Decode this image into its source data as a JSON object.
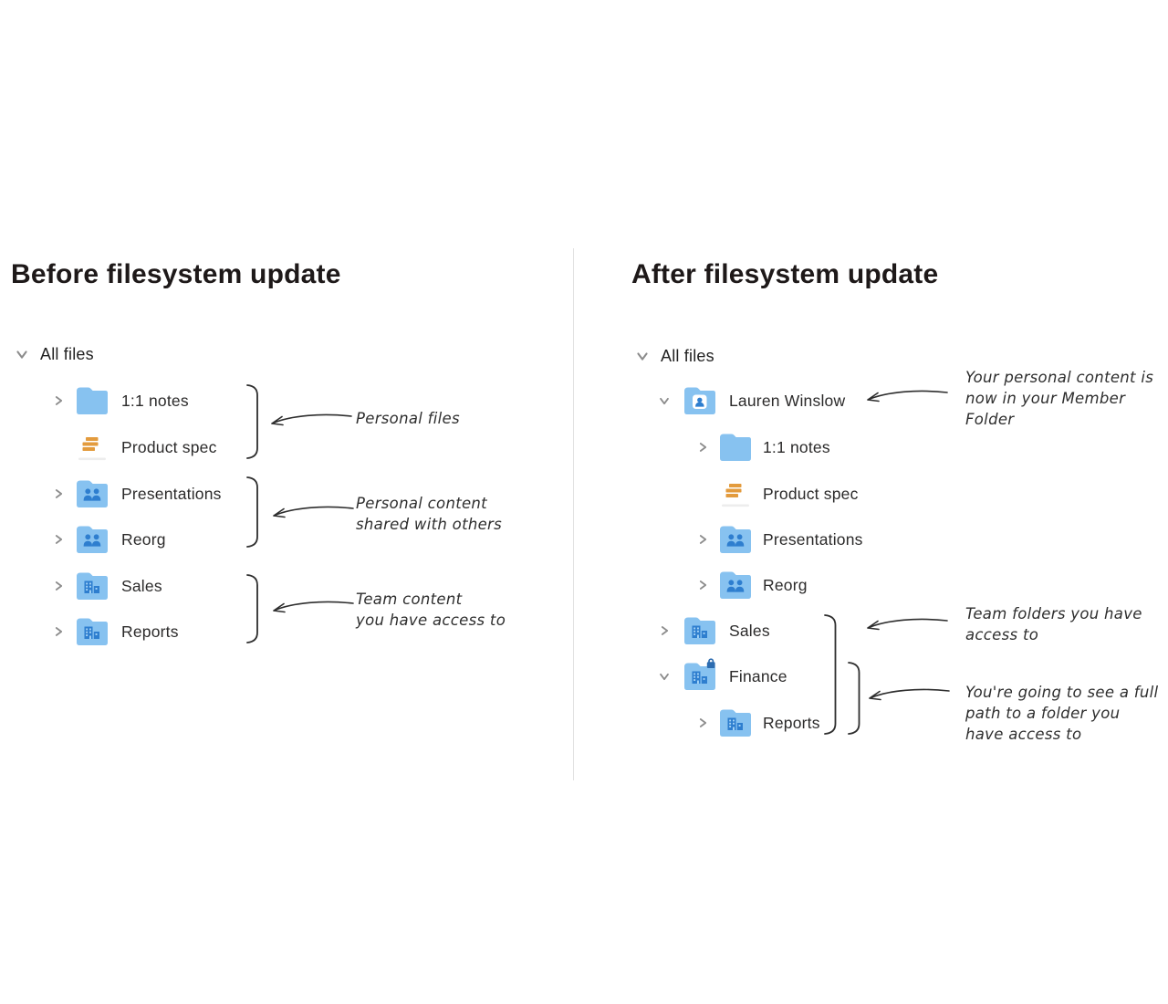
{
  "left_panel": {
    "heading": "Before filesystem update",
    "root": {
      "label": "All files",
      "chevron": "expanded",
      "icon": "chevron-down-icon"
    },
    "items": [
      {
        "label": "1:1 notes",
        "icon": "folder-icon",
        "chevron": "collapsed"
      },
      {
        "label": "Product spec",
        "icon": "paper-doc-icon",
        "chevron": "none"
      },
      {
        "label": "Presentations",
        "icon": "shared-folder-icon",
        "chevron": "collapsed"
      },
      {
        "label": "Reorg",
        "icon": "shared-folder-icon",
        "chevron": "collapsed"
      },
      {
        "label": "Sales",
        "icon": "team-folder-icon",
        "chevron": "collapsed"
      },
      {
        "label": "Reports",
        "icon": "team-folder-icon",
        "chevron": "collapsed"
      }
    ],
    "annotations": [
      {
        "lines": [
          "Personal files"
        ]
      },
      {
        "lines": [
          "Personal content",
          "shared with others"
        ]
      },
      {
        "lines": [
          "Team content",
          "you have access to"
        ]
      }
    ]
  },
  "right_panel": {
    "heading": "After filesystem update",
    "root": {
      "label": "All files",
      "chevron": "expanded",
      "icon": "chevron-down-icon"
    },
    "items": [
      {
        "label": "Lauren Winslow",
        "icon": "member-folder-icon",
        "chevron": "expanded",
        "level": 2
      },
      {
        "label": "1:1 notes",
        "icon": "folder-icon",
        "chevron": "collapsed",
        "level": 3
      },
      {
        "label": "Product spec",
        "icon": "paper-doc-icon",
        "chevron": "none",
        "level": 3
      },
      {
        "label": "Presentations",
        "icon": "shared-folder-icon",
        "chevron": "collapsed",
        "level": 3
      },
      {
        "label": "Reorg",
        "icon": "shared-folder-icon",
        "chevron": "collapsed",
        "level": 3
      },
      {
        "label": "Sales",
        "icon": "team-folder-icon",
        "chevron": "collapsed",
        "level": 2
      },
      {
        "label": "Finance",
        "icon": "locked-team-folder-icon",
        "chevron": "expanded",
        "level": 2
      },
      {
        "label": "Reports",
        "icon": "team-folder-icon",
        "chevron": "collapsed",
        "level": 3
      }
    ],
    "annotations": [
      {
        "lines": [
          "Your personal content is",
          "now in your Member",
          "Folder"
        ]
      },
      {
        "lines": [
          "Team folders you have",
          "access to"
        ]
      },
      {
        "lines": [
          "You're going to see a full",
          "path to a folder you",
          "have access to"
        ]
      }
    ]
  },
  "colors": {
    "folder_blue": "#87C2F0",
    "glyph_blue": "#2E7ECF",
    "window_blue": "#A6D4F7",
    "lock_blue": "#2C6CB0",
    "doc_orange": "#E39B3D",
    "doc_base_gray": "#ededed",
    "chevron_gray": "#8c8c8c",
    "text_dark": "#1e1919",
    "ink": "#2e2e2e",
    "divider": "#e2e2e2",
    "background": "#ffffff"
  }
}
